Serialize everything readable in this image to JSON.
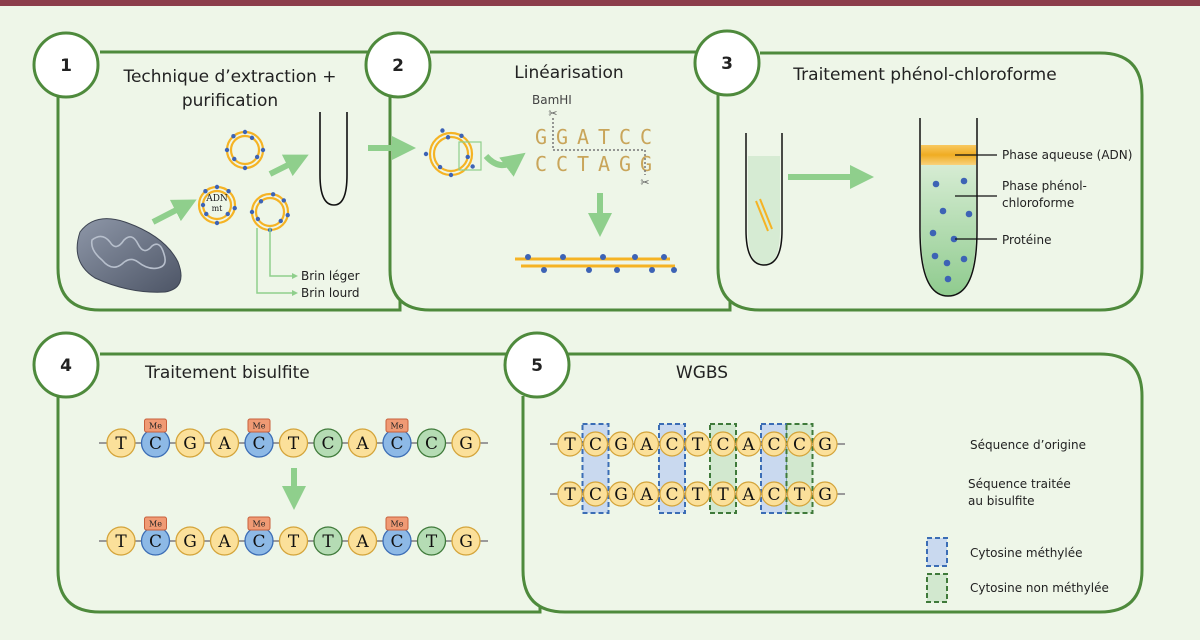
{
  "panels": [
    {
      "number": "1",
      "title_lines": [
        "Technique d’extraction +",
        "purification"
      ],
      "labels": {
        "mtdna": [
          "ADN",
          "mt"
        ],
        "light_strand": "Brin léger",
        "heavy_strand": "Brin lourd"
      }
    },
    {
      "number": "2",
      "title": "Linéarisation",
      "enzyme": "BamHI",
      "top_strand": [
        "G",
        "G",
        "A",
        "T",
        "C",
        "C"
      ],
      "bottom_strand": [
        "C",
        "C",
        "T",
        "A",
        "G",
        "G"
      ]
    },
    {
      "number": "3",
      "title": "Traitement phénol-chloroforme",
      "labels": {
        "aqueous": "Phase aqueuse (ADN)",
        "phenol_1": "Phase phénol-",
        "phenol_2": "chloroforme",
        "protein": "Protéine"
      }
    },
    {
      "number": "4",
      "title": "Traitement bisulfite",
      "methyl_label": "Me",
      "original": [
        "T",
        "C",
        "G",
        "A",
        "C",
        "T",
        "C",
        "A",
        "C",
        "C",
        "G"
      ],
      "treated": [
        "T",
        "C",
        "G",
        "A",
        "C",
        "T",
        "T",
        "A",
        "C",
        "T",
        "G"
      ],
      "types": [
        "n",
        "m",
        "n",
        "n",
        "m",
        "n",
        "u",
        "n",
        "m",
        "u",
        "n"
      ]
    },
    {
      "number": "5",
      "title": "WGBS",
      "original": [
        "T",
        "C",
        "G",
        "A",
        "C",
        "T",
        "C",
        "A",
        "C",
        "C",
        "G"
      ],
      "treated": [
        "T",
        "C",
        "G",
        "A",
        "C",
        "T",
        "T",
        "A",
        "C",
        "T",
        "G"
      ],
      "types": [
        "n",
        "m",
        "n",
        "n",
        "m",
        "n",
        "u",
        "n",
        "m",
        "u",
        "n"
      ],
      "row_labels": {
        "original": "Séquence d’origine",
        "treated_1": "Séquence traitée",
        "treated_2": "au bisulfite"
      },
      "legend": [
        {
          "label": "Cytosine méthylée",
          "kind": "m"
        },
        {
          "label": "Cytosine non méthylée",
          "kind": "u"
        }
      ]
    }
  ],
  "colors": {
    "panel_border": "#4e8a3c",
    "panel_fill": "#eef6e8",
    "arrow": "#8fcf8c",
    "dna_orange": "#f5b324",
    "dna_dot": "#3d63b5",
    "nucleotide_plain": "#fbe09a",
    "nucleotide_plain_stroke": "#d4a43a",
    "nucleotide_methyl": "#8db9e6",
    "nucleotide_methyl_stroke": "#3b6db5",
    "nucleotide_unmethyl": "#b5dcb4",
    "nucleotide_unmethyl_stroke": "#3f7a3a",
    "me_tag": "#f09a74",
    "me_tag_stroke": "#c8603c",
    "box_methyl": "#3b6db5",
    "box_unmethyl": "#3f7a3a",
    "top_bar": "#8b3e4b"
  }
}
